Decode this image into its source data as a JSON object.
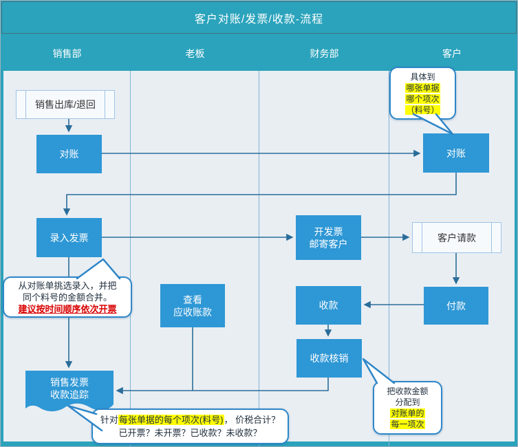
{
  "title": "客户对账/发票/收款-流程",
  "lanes": [
    {
      "label": "销售部"
    },
    {
      "label": "老板"
    },
    {
      "label": "财务部"
    },
    {
      "label": "客户"
    }
  ],
  "nodes": {
    "sales_shipment": "销售出库/退回",
    "reconcile_sales": "对账",
    "reconcile_customer": "对账",
    "enter_invoice": "录入发票",
    "issue_invoice_l1": "开发票",
    "issue_invoice_l2": "邮寄客户",
    "customer_request": "客户请款",
    "view_receivables_l1": "查看",
    "view_receivables_l2": "应收账款",
    "receive_payment": "收款",
    "pay": "付款",
    "payment_writeoff": "收款核销",
    "invoice_tracking_l1": "销售发票",
    "invoice_tracking_l2": "收款追踪"
  },
  "callouts": {
    "specific": {
      "l1": "具体到",
      "l2": "哪张单据",
      "l3": "哪个项次",
      "l4": "（料号）"
    },
    "entry": {
      "l1": "从对账单挑选录入，并把",
      "l2": "同个料号的金额合并。",
      "l3": "建议按时间顺序依次开票"
    },
    "allocate": {
      "l1": "把收款金额",
      "l2": "分配到",
      "l3": "对账单的",
      "l4": "每一项次"
    },
    "tracking": {
      "prefix": "针对",
      "highlight": "每张单据的每个项次(料号)",
      "suffix": "， 价税合计？",
      "l2": "已开票？未开票？已收款？未收款？"
    }
  },
  "colors": {
    "teal": "#2ba3bc",
    "box_blue": "#2e97d5",
    "callout_border": "#2e86c8",
    "highlight": "#ffff00",
    "warning_red": "#d90000",
    "connector": "#2a6d99"
  }
}
